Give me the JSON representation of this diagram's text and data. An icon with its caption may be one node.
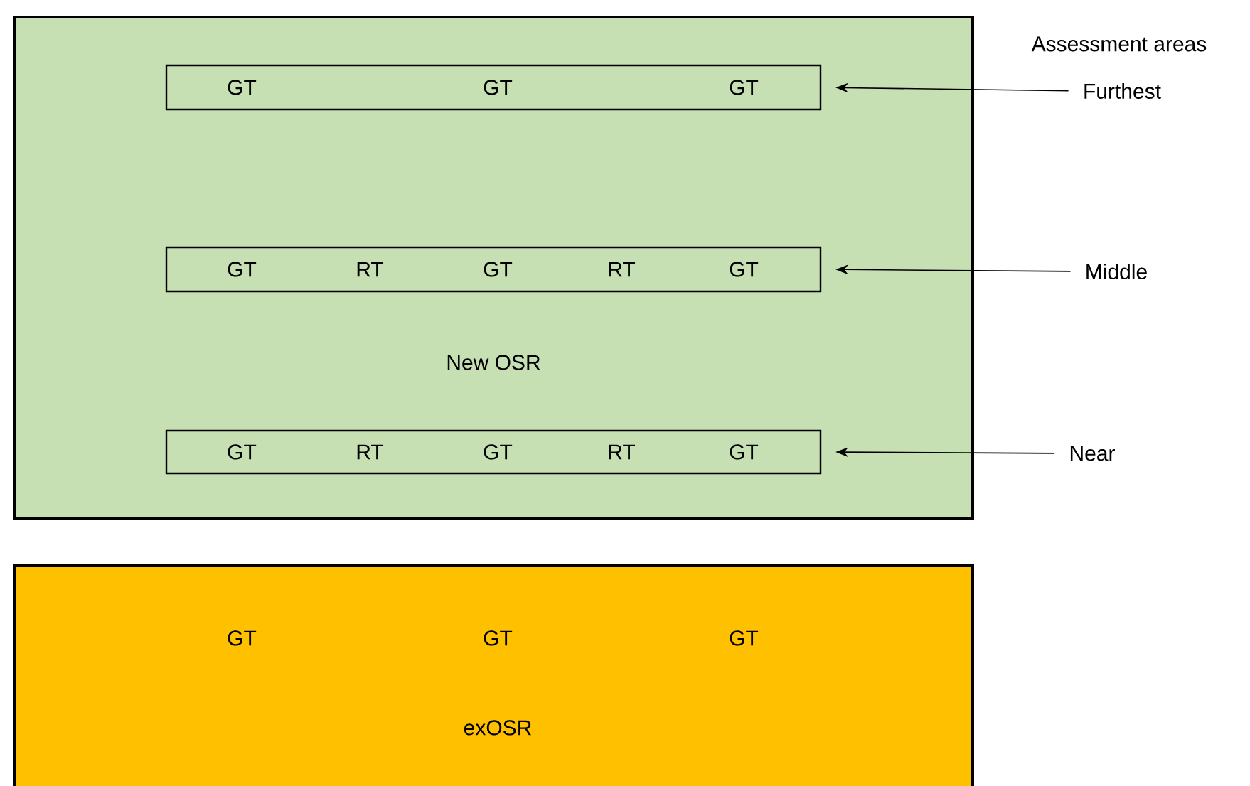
{
  "diagram": {
    "nodes": [
      {
        "text": [
          "New OSR"
        ]
      },
      {
        "text": [
          "GT",
          "GT",
          "GT"
        ],
        "in": 0
      },
      {
        "text": [
          "GT",
          "RT",
          "GT",
          "RT",
          "GT"
        ],
        "in": 0
      },
      {
        "text": [
          "GT",
          "RT",
          "GT",
          "RT",
          "GT"
        ],
        "in": 0
      },
      {
        "text": [
          "Furthest"
        ]
      },
      {
        "text": [
          "Middle"
        ]
      },
      {
        "text": [
          "Near"
        ]
      },
      {
        "text": [
          "GT",
          "GT",
          "GT",
          "exOSR"
        ]
      }
    ],
    "edges": [
      {
        "from": 4,
        "to": 1,
        "arrow": "to"
      },
      {
        "from": 5,
        "to": 2,
        "arrow": "to"
      },
      {
        "from": 6,
        "to": 3,
        "arrow": "to"
      }
    ],
    "labels": [
      "Assessment areas"
    ]
  }
}
